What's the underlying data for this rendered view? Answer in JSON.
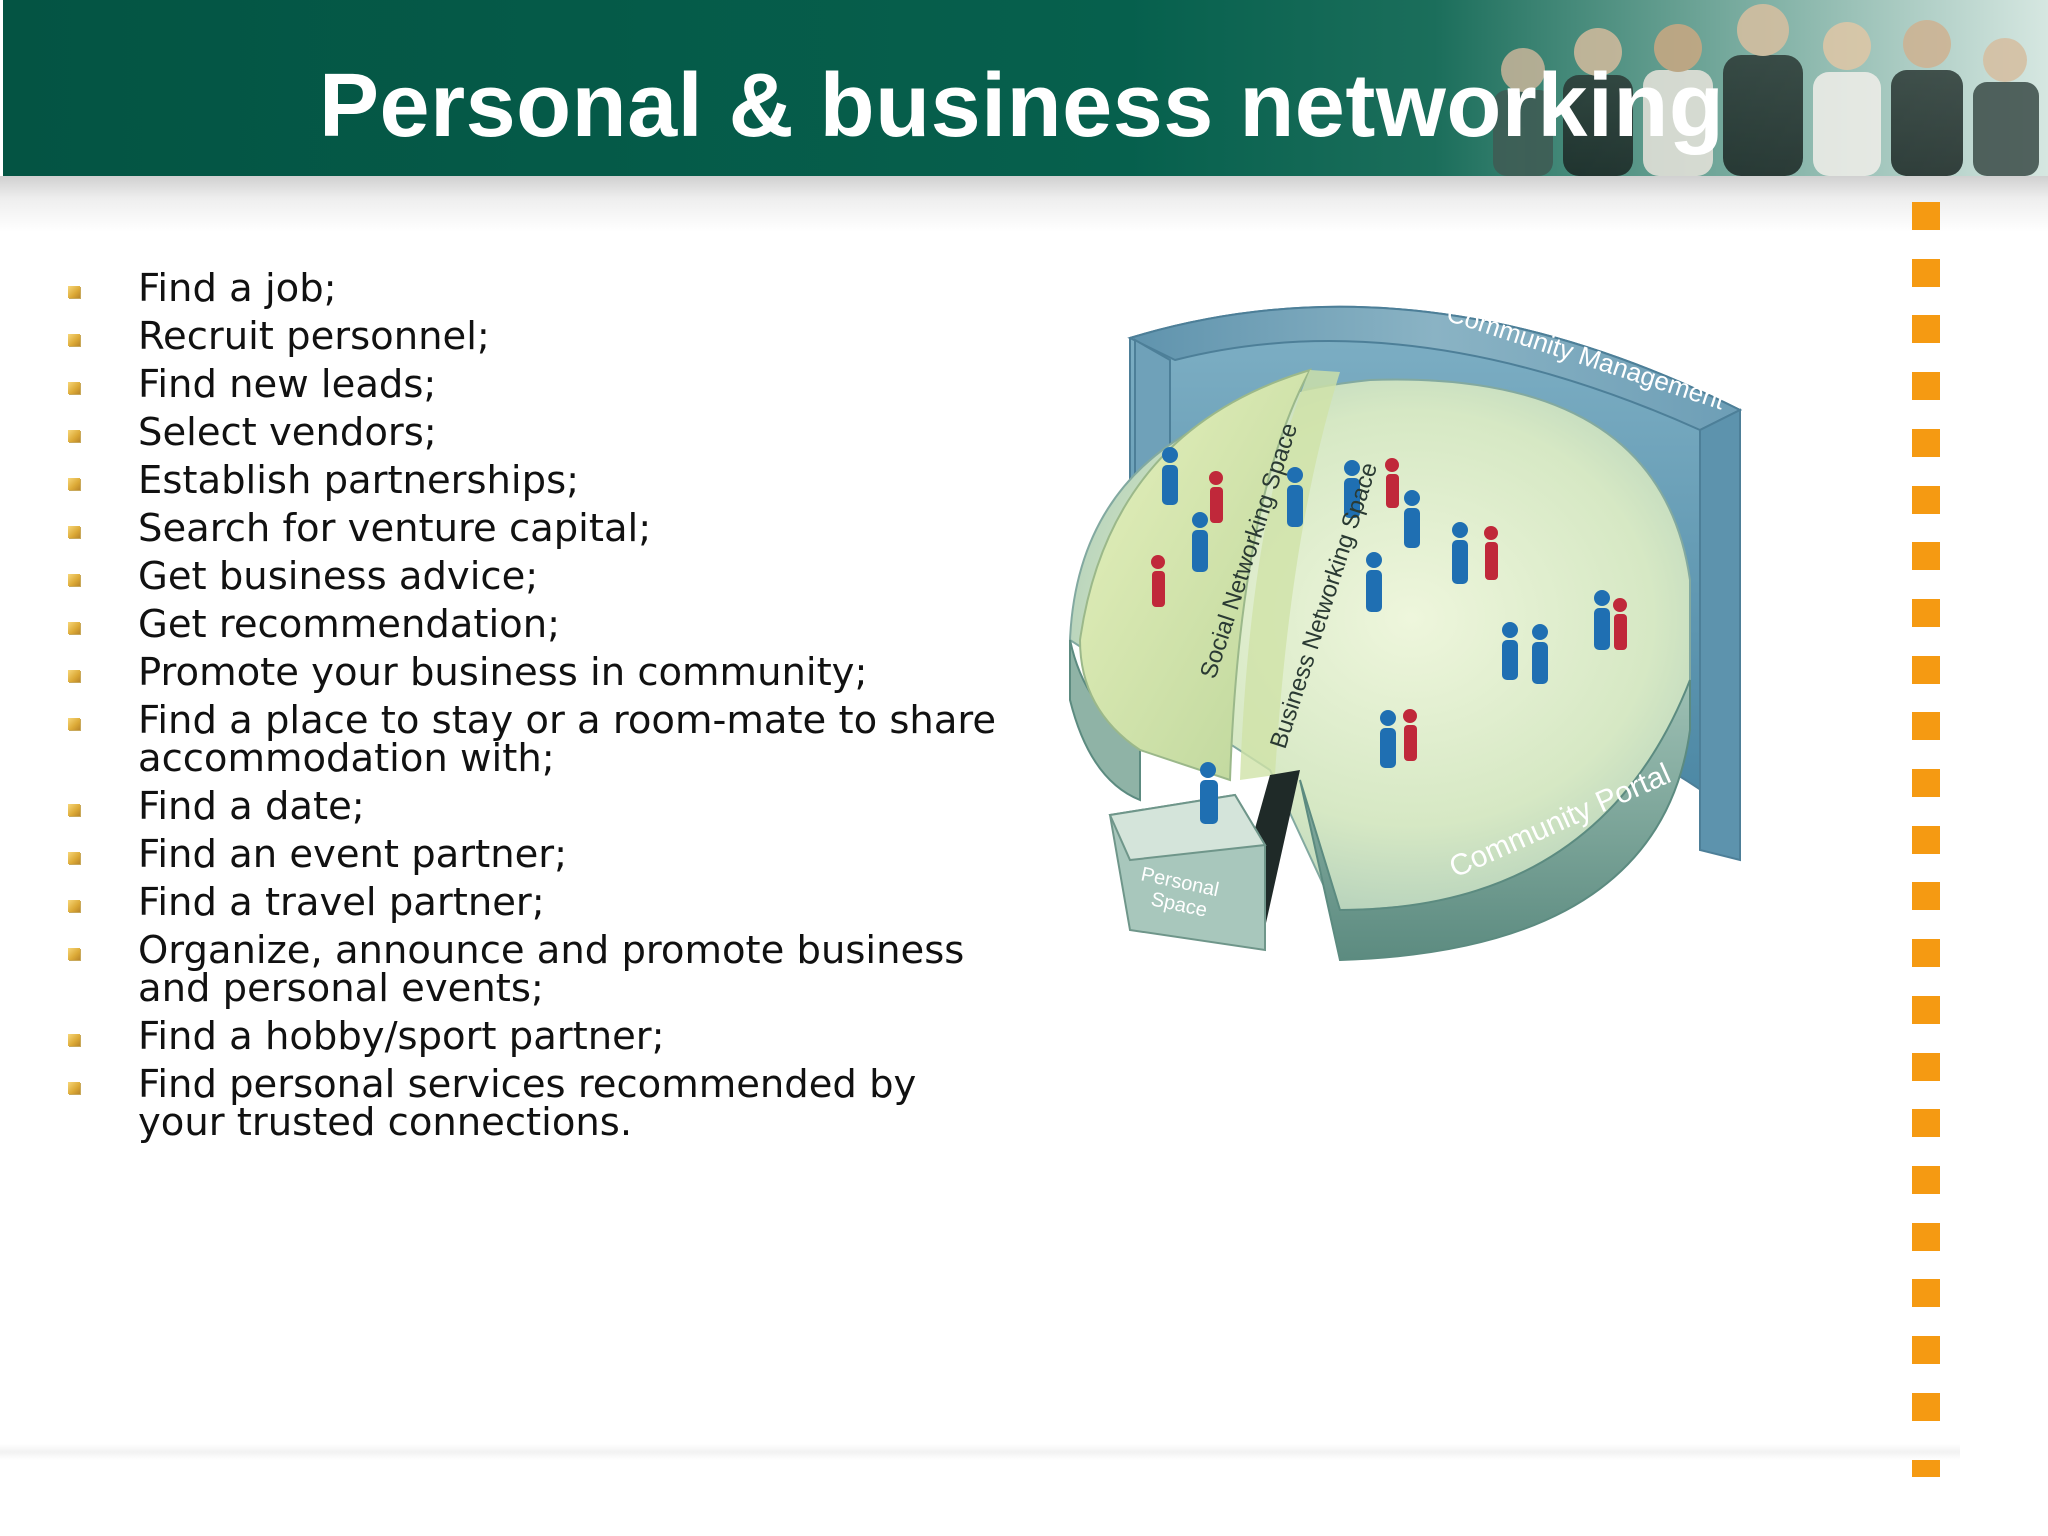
{
  "slide": {
    "title": "Personal & business networking",
    "bullets": [
      "Find a job;",
      "Recruit personnel;",
      "Find new leads;",
      "Select vendors;",
      "Establish partnerships;",
      "Search for venture capital;",
      "Get business advice;",
      "Get recommendation;",
      "Promote your business in community;",
      "Find a place to stay or a room-mate to share accommodation with;",
      "Find a date;",
      "Find an event partner;",
      "Find a travel partner;",
      "Organize, announce and promote business and personal events;",
      "Find a hobby/sport partner;",
      "Find personal services recommended by your trusted connections."
    ]
  },
  "diagram": {
    "outer_ring_label": "Community Management",
    "social_label": "Social Networking Space",
    "business_label": "Business Networking Space",
    "portal_label": "Community Portal",
    "personal_label_line1": "Personal",
    "personal_label_line2": "Space"
  },
  "colors": {
    "header_green": "#045443",
    "title_text": "#ffffff",
    "marker_orange": "#f59a12",
    "bullet_gold": "#dca936",
    "figure_blue": "#1f6fb2",
    "figure_red": "#c0283a"
  }
}
